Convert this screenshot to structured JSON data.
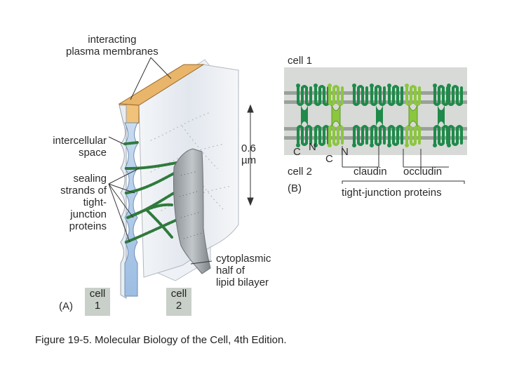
{
  "panel_a": {
    "label_interacting": "interacting\nplasma membranes",
    "label_intercellular": "intercellular\nspace",
    "label_sealing": "sealing\nstrands of\ntight-\njunction\nproteins",
    "label_scale_value": "0.6",
    "label_scale_unit": "µm",
    "label_cytoplasmic": "cytoplasmic\nhalf of\nlipid bilayer",
    "panel_letter": "(A)",
    "cell1": "cell\n1",
    "cell2": "cell\n2"
  },
  "panel_b": {
    "cell1": "cell 1",
    "cell2": "cell 2",
    "panel_letter": "(B)",
    "c_left": "C",
    "n_left": "N",
    "c_mid": "C",
    "n_mid": "N",
    "claudin": "claudin",
    "occludin": "occludin",
    "tight_junction_proteins": "tight-junction proteins"
  },
  "caption": "Figure 19-5. Molecular Biology of the Cell, 4th Edition.",
  "colors": {
    "membrane_orange": "#e9b56a",
    "intercellular_blue": "#a9c6e6",
    "strand_green": "#2f7a3c",
    "claudin_dark": "#1f8a4a",
    "occludin_light": "#8cc63f",
    "panel_b_bg": "#d7dad7",
    "bilayer_grey": "#9aa09a",
    "cell_tag_grey": "#c9cfc9"
  }
}
